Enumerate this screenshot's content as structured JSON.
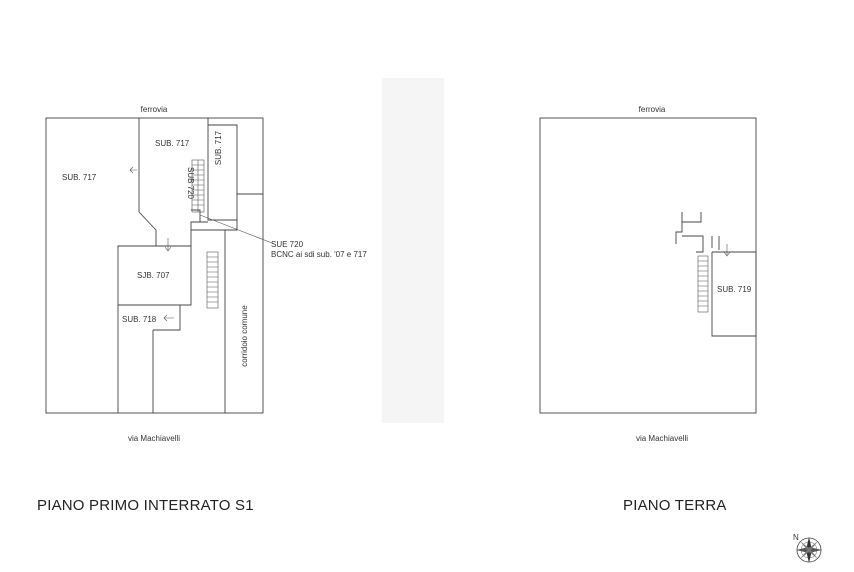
{
  "left_plan": {
    "title": "PIANO PRIMO INTERRATO S1",
    "top_street": "ferrovia",
    "bottom_street": "via Machiavelli",
    "labels": {
      "sub717_left": "SUB. 717",
      "sub717_mid": "SUB. 717",
      "sub717_vertical": "SUB. 717",
      "sub720_vertical": "SUB 720",
      "sub707": "SJB. 707",
      "sub718": "SUB. 718",
      "corridoio": "corridoio comune",
      "note_line1": "SUE 720",
      "note_line2": "BCNC ai sdi sub. '07 e 717"
    }
  },
  "right_plan": {
    "title": "PIANO TERRA",
    "top_street": "ferrovia",
    "bottom_street": "via Machiavelli",
    "labels": {
      "sub719": "SUB. 719"
    }
  },
  "compass": {
    "letter": "N"
  }
}
